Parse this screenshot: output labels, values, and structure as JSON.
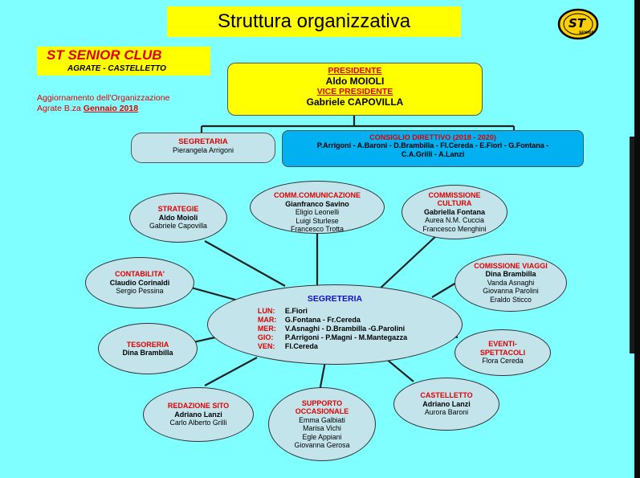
{
  "title": "Struttura organizzativa",
  "logo": {
    "text": "ST",
    "sub": "SENIOR",
    "icon": "st-logo-icon"
  },
  "club": {
    "name": "ST SENIOR CLUB",
    "location": "AGRATE - CASTELLETTO"
  },
  "update": {
    "line1": "Aggiornamento dell'Organizzazione",
    "line2_prefix": "Agrate B.za ",
    "line2_date": "Gennaio 2018"
  },
  "presidency": {
    "president_label": "PRESIDENTE",
    "president_name": "Aldo MOIOLI",
    "vice_label": "VICE PRESIDENTE",
    "vice_name": "Gabriele CAPOVILLA"
  },
  "segretaria": {
    "label": "SEGRETARIA",
    "name": "Pierangela Arrigoni"
  },
  "consiglio": {
    "label": "CONSIGLIO DIRETTIVO (2018 - 2020)",
    "line1": "P.Arrigoni - A.Baroni - D.Brambilla - Fl.Cereda - E.Fiori - G.Fontana -",
    "line2": "C.A.Grilli - A.Lanzi"
  },
  "segreteria": {
    "label": "SEGRETERIA",
    "days": [
      {
        "day": "LUN:",
        "names": "E.Fiori"
      },
      {
        "day": "MAR:",
        "names": "G.Fontana - Fr.Cereda"
      },
      {
        "day": "MER:",
        "names": "V.Asnaghi - D.Brambilla -G.Parolini"
      },
      {
        "day": "GIO:",
        "names": "P.Arrigoni - P.Magni - M.Mantegazza"
      },
      {
        "day": "VEN:",
        "names": "Fl.Cereda"
      }
    ]
  },
  "committees": {
    "comunicazione": {
      "label": "COMM.COMUNICAZIONE",
      "lead": "Gianfranco Savino",
      "members": [
        "Eligio Leonelli",
        "Luigi Sturlese",
        "Francesco Trotta"
      ]
    },
    "strategie": {
      "label": "STRATEGIE",
      "lead": "Aldo Moioli",
      "members": [
        "Gabriele Capovilla"
      ]
    },
    "cultura": {
      "label1": "COMMISSIONE",
      "label2": "CULTURA",
      "lead": "Gabriella Fontana",
      "members": [
        "Aurea N.M. Cuccia",
        "Francesco Menghini"
      ]
    },
    "contabilita": {
      "label": "CONTABILITA'",
      "lead": "Claudio Corinaldi",
      "members": [
        "Sergio Pessina"
      ]
    },
    "viaggi": {
      "label": "COMISSIONE VIAGGI",
      "lead": "Dina Brambilla",
      "members": [
        "Vanda Asnaghi",
        "Giovanna Parolini",
        "Eraldo Sticco"
      ]
    },
    "tesoreria": {
      "label": "TESORERIA",
      "lead": "Dina Brambilla"
    },
    "eventi": {
      "label1": "EVENTI-",
      "label2": "SPETTACOLI",
      "members": [
        "Flora Cereda"
      ]
    },
    "redazione": {
      "label": "REDAZIONE SITO",
      "lead": "Adriano Lanzi",
      "members": [
        "Carlo Alberto Grilli"
      ]
    },
    "supporto": {
      "label1": "SUPPORTO",
      "label2": "OCCASIONALE",
      "members": [
        "Emma Galbiati",
        "Marisa Vichi",
        "Egle Appiani",
        "Giovanna Gerosa"
      ]
    },
    "castelletto": {
      "label": "CASTELLETTO",
      "lead": "Adriano Lanzi",
      "members": [
        "Aurora Baroni"
      ]
    }
  },
  "colors": {
    "background": "#7fffff",
    "yellow": "#ffff00",
    "red": "#e00000",
    "blue_box": "#00b0f0",
    "ellipse": "#c4e4ec",
    "segreteria_title": "#1010d0"
  }
}
